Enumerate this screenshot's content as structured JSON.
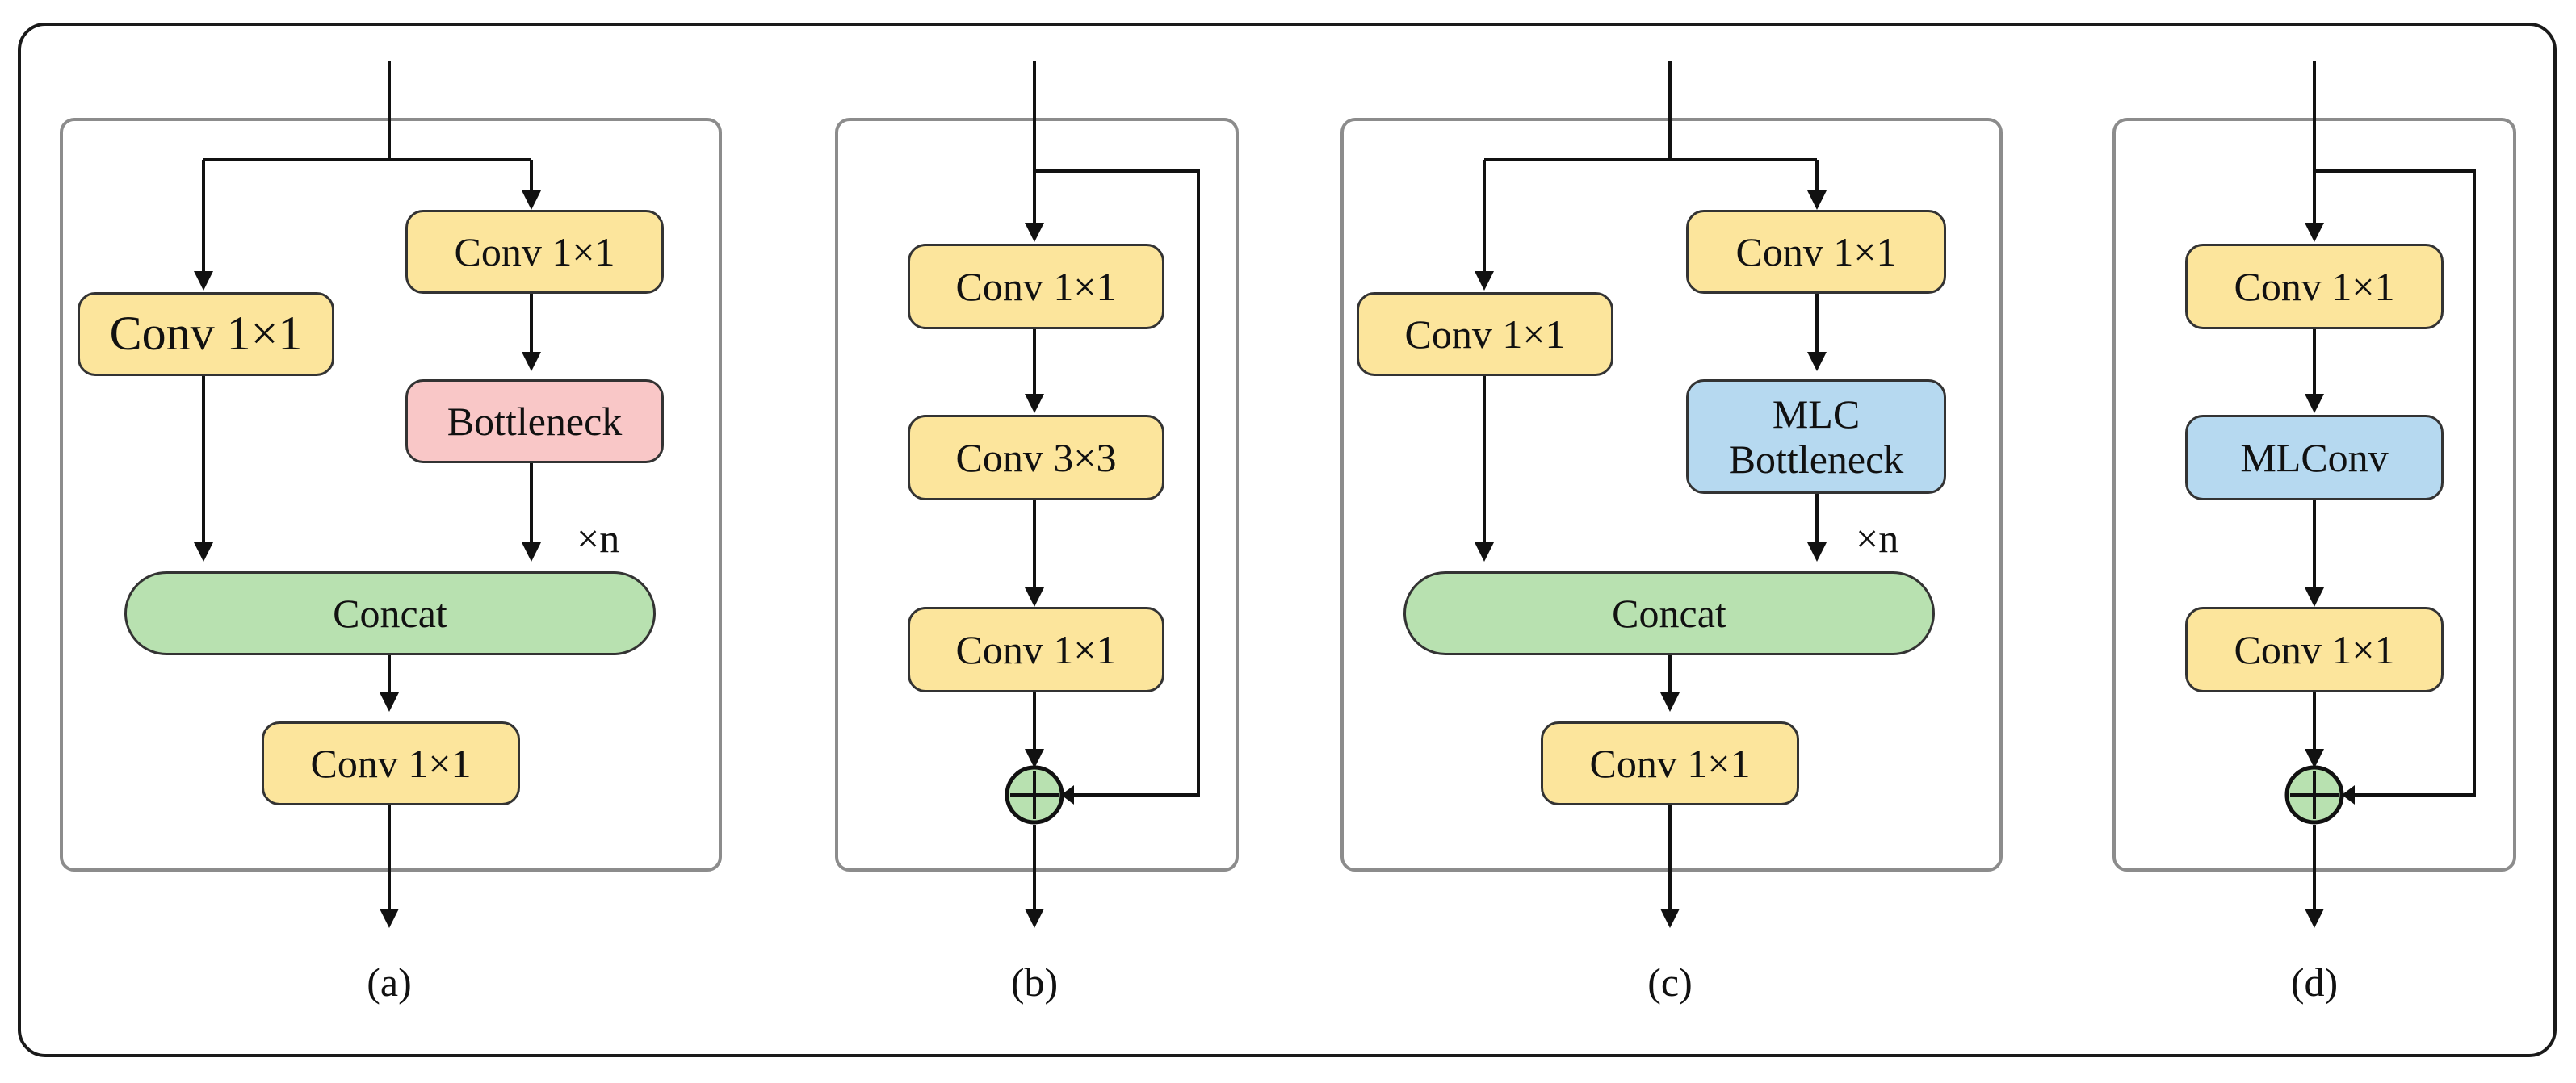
{
  "colors": {
    "conv": "#fce59c",
    "bottleneck": "#f9c7c7",
    "mlc": "#b6d9f0",
    "concat": "#b8e1b0",
    "add": "#b8e1b0",
    "line": "#111111",
    "panel_border": "#8c8c8c"
  },
  "a": {
    "conv_left": "Conv 1×1",
    "conv_top": "Conv 1×1",
    "bottleneck": "Bottleneck",
    "repeat": "×n",
    "concat": "Concat",
    "conv_out": "Conv 1×1",
    "caption": "(a)"
  },
  "b": {
    "conv1": "Conv 1×1",
    "conv2": "Conv 3×3",
    "conv3": "Conv 1×1",
    "add_icon": "circle-plus-icon",
    "caption": "(b)"
  },
  "c": {
    "conv_left": "Conv 1×1",
    "conv_top": "Conv 1×1",
    "bottleneck": "MLC\nBottleneck",
    "repeat": "×n",
    "concat": "Concat",
    "conv_out": "Conv 1×1",
    "caption": "(c)"
  },
  "d": {
    "conv1": "Conv 1×1",
    "mlconv": "MLConv",
    "conv2": "Conv 1×1",
    "add_icon": "circle-plus-icon",
    "caption": "(d)"
  }
}
